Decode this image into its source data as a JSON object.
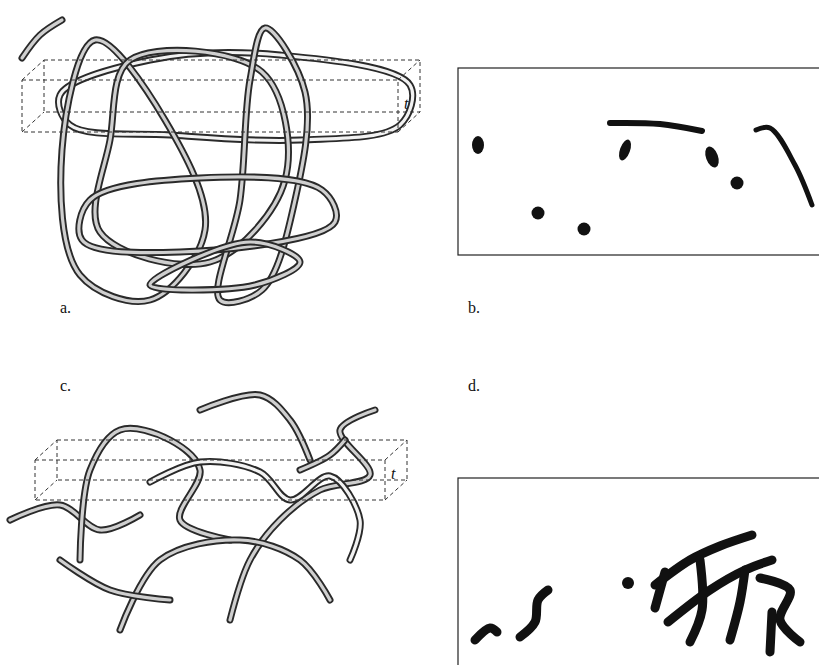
{
  "diagram": {
    "labels": [
      "t",
      "a.",
      "b.",
      "c.",
      "d.",
      "t"
    ]
  }
}
